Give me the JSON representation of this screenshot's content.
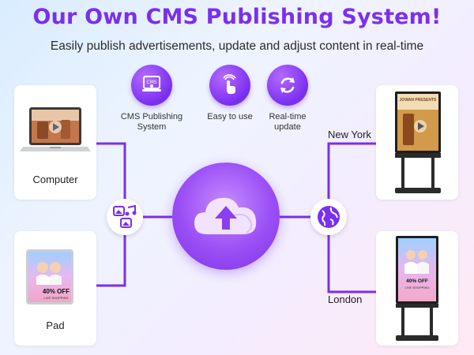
{
  "header": {
    "title": "Our Own CMS Publishing System!",
    "subtitle": "Easily publish advertisements, update and adjust content in real-time"
  },
  "features": [
    {
      "icon": "cms-publishing-icon",
      "label_line1": "CMS Publishing",
      "label_line2": "System"
    },
    {
      "icon": "hand-tap-icon",
      "label_line1": "Easy to use",
      "label_line2": ""
    },
    {
      "icon": "refresh-icon",
      "label_line1": "Real-time",
      "label_line2": "update"
    }
  ],
  "devices": {
    "computer": {
      "label": "Computer"
    },
    "pad": {
      "label": "Pad"
    },
    "poster_screen": {
      "brand_text": "JOWAN PRESENTS"
    }
  },
  "pad_screen": {
    "discount": "40% OFF",
    "sub": "LIVE SHOPPING"
  },
  "signage_screen": {
    "discount": "40% OFF",
    "sub": "LIVE SHOPPING"
  },
  "cities": {
    "new_york": "New York",
    "london": "London"
  },
  "colors": {
    "accent": "#7a2ff0",
    "line": "#7a2ff0",
    "title": "#7a2ff0"
  }
}
